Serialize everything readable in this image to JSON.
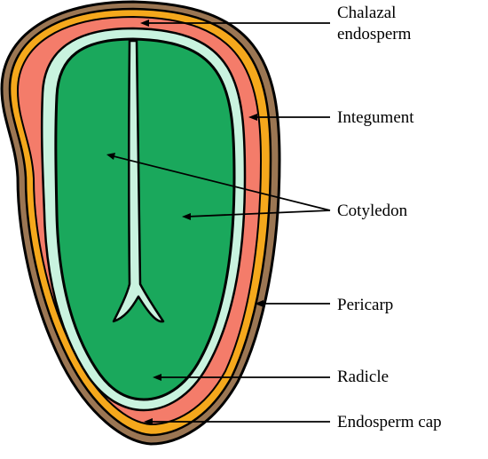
{
  "labels": {
    "chalazal_line1": "Chalazal",
    "chalazal_line2": "endosperm",
    "integument": "Integument",
    "cotyledon": "Cotyledon",
    "pericarp": "Pericarp",
    "radicle": "Radicle",
    "endosperm_cap": "Endosperm cap"
  },
  "colors": {
    "pericarp": "#9b7653",
    "integument": "#f5a81c",
    "endosperm": "#f47c6a",
    "embryo_sheath": "#c9f3df",
    "cotyledon": "#1aa85c",
    "outline": "#000000"
  }
}
